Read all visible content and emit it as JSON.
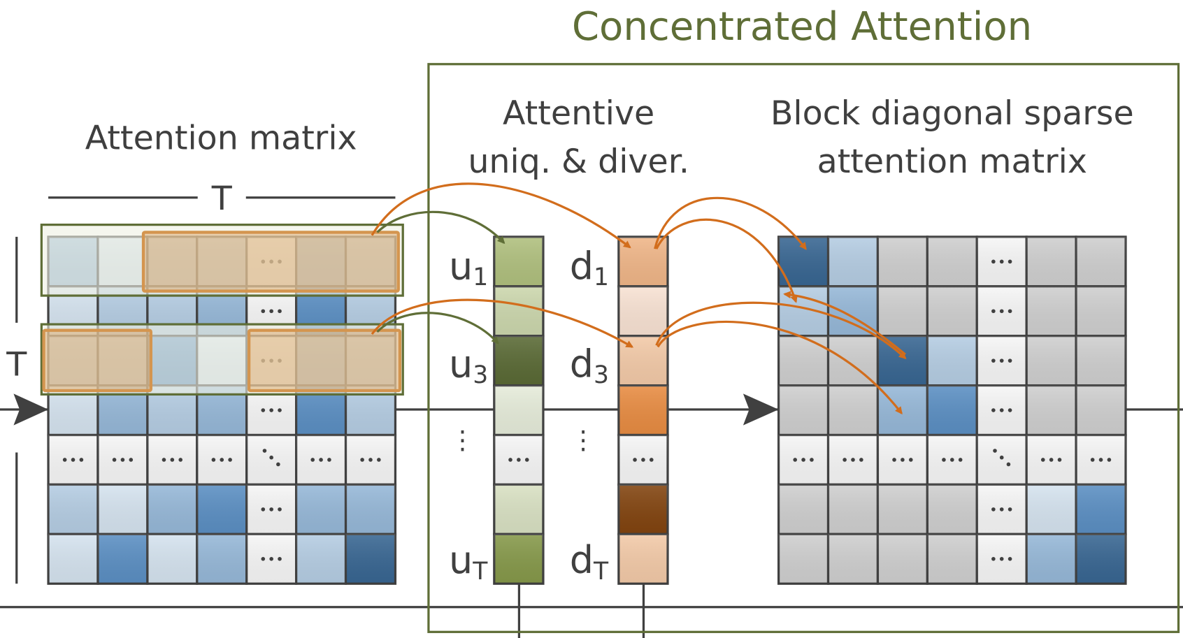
{
  "title": "Concentrated Attention",
  "left": {
    "title": "Attention matrix",
    "dim_top": "T",
    "dim_side": "T",
    "cells": [
      [
        "#96b8d8",
        "#d5e3ef",
        "#b5cde3",
        "#b5cde3",
        "dots",
        "#96b8d8",
        "#b5cde3"
      ],
      [
        "#d5e3ef",
        "#b5cde3",
        "#b5cde3",
        "#96b8d8",
        "dots",
        "#5b8fc3",
        "#b5cde3"
      ],
      [
        "#b5cde3",
        "#b5cde3",
        "#5b8fc3",
        "#d5e3ef",
        "dots",
        "#96b8d8",
        "#b5cde3"
      ],
      [
        "#d5e3ef",
        "#96b8d8",
        "#b5cde3",
        "#96b8d8",
        "dots",
        "#5b8fc3",
        "#b5cde3"
      ],
      [
        "dots",
        "dots",
        "dots",
        "dots",
        "ddots",
        "dots",
        "dots"
      ],
      [
        "#b5cde3",
        "#d5e3ef",
        "#96b8d8",
        "#5b8fc3",
        "dots",
        "#96b8d8",
        "#96b8d8"
      ],
      [
        "#d5e3ef",
        "#5b8fc3",
        "#d5e3ef",
        "#96b8d8",
        "dots",
        "#b5cde3",
        "#386692"
      ]
    ]
  },
  "middle": {
    "title_line1": "Attentive",
    "title_line2": "uniq. & diver.",
    "u_labels": [
      {
        "base": "u",
        "sub": "1"
      },
      {
        "base": "u",
        "sub": "3"
      },
      {
        "base": "⋮",
        "sub": ""
      },
      {
        "base": "u",
        "sub": "T"
      }
    ],
    "d_labels": [
      {
        "base": "d",
        "sub": "1"
      },
      {
        "base": "d",
        "sub": "3"
      },
      {
        "base": "⋮",
        "sub": ""
      },
      {
        "base": "d",
        "sub": "T"
      }
    ],
    "u_cells": [
      "#b0c07e",
      "#ccd7ad",
      "#5a6a35",
      "#e6ecda",
      "dots",
      "#d9e1c3",
      "#86994a"
    ],
    "d_cells": [
      "#f0b688",
      "#f8e2d3",
      "#f3caa8",
      "#e88c42",
      "dots",
      "#82440f",
      "#f3caa8"
    ]
  },
  "right": {
    "title_line1": "Block diagonal sparse",
    "title_line2": "attention matrix",
    "cells": [
      [
        "#386692",
        "#b5cde3",
        "#cfcfcf",
        "#cfcfcf",
        "dots",
        "#cfcfcf",
        "#cfcfcf"
      ],
      [
        "#b5cde3",
        "#96b8d8",
        "#cfcfcf",
        "#cfcfcf",
        "dots",
        "#cfcfcf",
        "#cfcfcf"
      ],
      [
        "#cfcfcf",
        "#cfcfcf",
        "#386692",
        "#b5cde3",
        "dots",
        "#cfcfcf",
        "#cfcfcf"
      ],
      [
        "#cfcfcf",
        "#cfcfcf",
        "#96b8d8",
        "#5b8fc3",
        "dots",
        "#cfcfcf",
        "#cfcfcf"
      ],
      [
        "dots",
        "dots",
        "dots",
        "dots",
        "ddots",
        "dots",
        "dots"
      ],
      [
        "#cfcfcf",
        "#cfcfcf",
        "#cfcfcf",
        "#cfcfcf",
        "dots",
        "#d5e3ef",
        "#5b8fc3"
      ],
      [
        "#cfcfcf",
        "#cfcfcf",
        "#cfcfcf",
        "#cfcfcf",
        "dots",
        "#96b8d8",
        "#386692"
      ]
    ]
  },
  "colors": {
    "green": "#5f6e37",
    "orange": "#d26d1c",
    "orange_box": "#d4954f",
    "ink": "#404040"
  }
}
